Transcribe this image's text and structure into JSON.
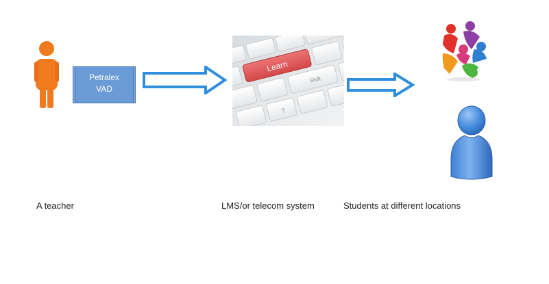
{
  "diagram": {
    "device_box": {
      "line1": "Petralex",
      "line2": "VAD"
    },
    "keyboard": {
      "key_learn": "Learn",
      "key_shift": "Shift",
      "key_question": "?"
    },
    "labels": {
      "teacher": "A teacher",
      "lms": "LMS/or telecom system",
      "students": "Students at different locations"
    },
    "icons": {
      "teacher": "person-orange-icon",
      "device": "device-box",
      "arrow_1": "arrow-right-icon",
      "keyboard": "keyboard-learn-key-image",
      "arrow_2": "arrow-right-icon",
      "students_group": "group-people-icon",
      "student": "person-blue-icon"
    },
    "colors": {
      "teacher_orange": "#f07b1e",
      "device_blue": "#6b9bd6",
      "arrow_blue": "#2f8fdc",
      "learn_key_red": "#e05a5a",
      "student_blue": "#3f86d8"
    }
  }
}
